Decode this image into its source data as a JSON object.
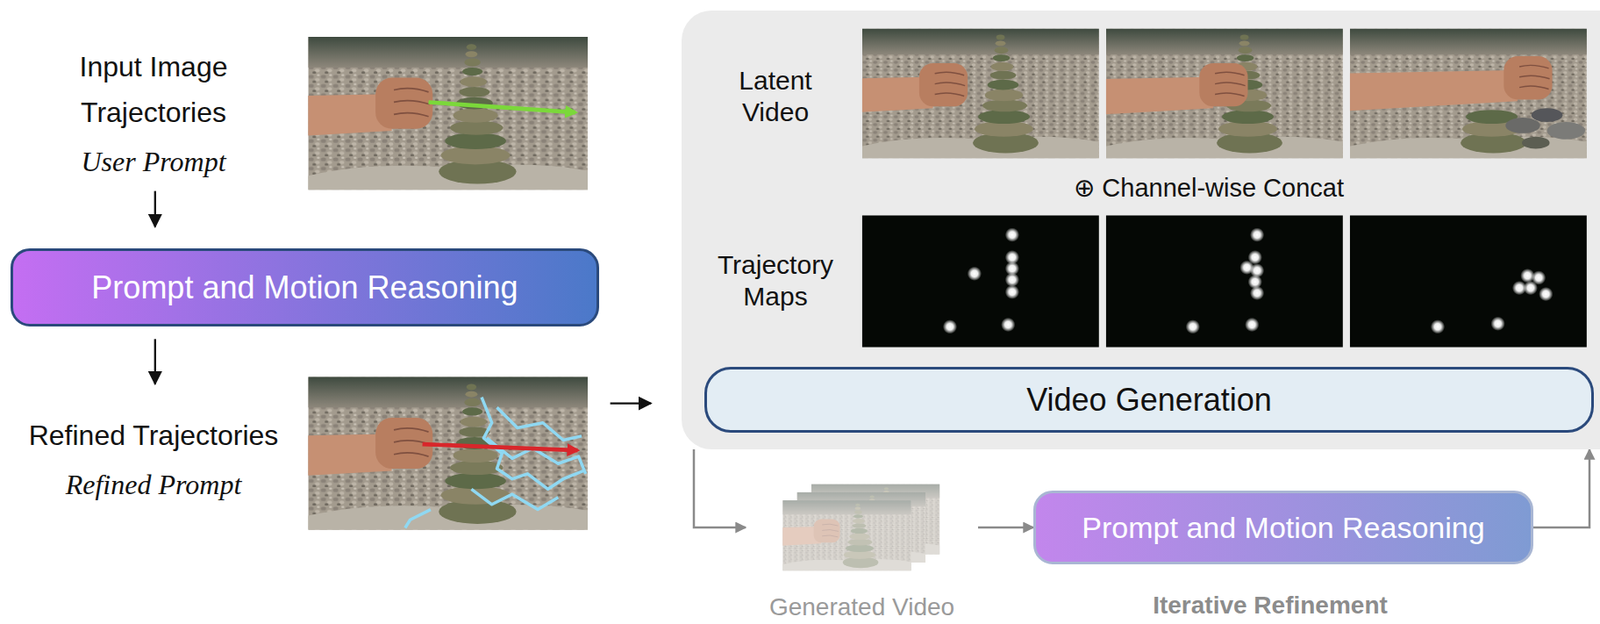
{
  "diagram": {
    "nodes": [
      {
        "text": [
          "Prompt and Motion Reasoning"
        ]
      },
      {
        "text": [
          "Latent Video",
          "⊕ Channel-wise Concat",
          "Trajectory Maps"
        ]
      },
      {
        "text": [
          "Video Generation"
        ],
        "in": 1
      },
      {
        "text": [
          "Generated Video"
        ]
      },
      {
        "text": [
          "Prompt and Motion Reasoning"
        ]
      }
    ],
    "edges": [
      {
        "from": 1,
        "to": 3,
        "arrow": "to"
      },
      {
        "from": 3,
        "to": 4,
        "arrow": "to"
      },
      {
        "from": 4,
        "to": 1,
        "arrow": "to"
      }
    ],
    "labels": [
      "Input Image",
      "Trajectories",
      "User Prompt",
      "Refined Trajectories",
      "Refined Prompt",
      "Iterative Refinement"
    ]
  }
}
